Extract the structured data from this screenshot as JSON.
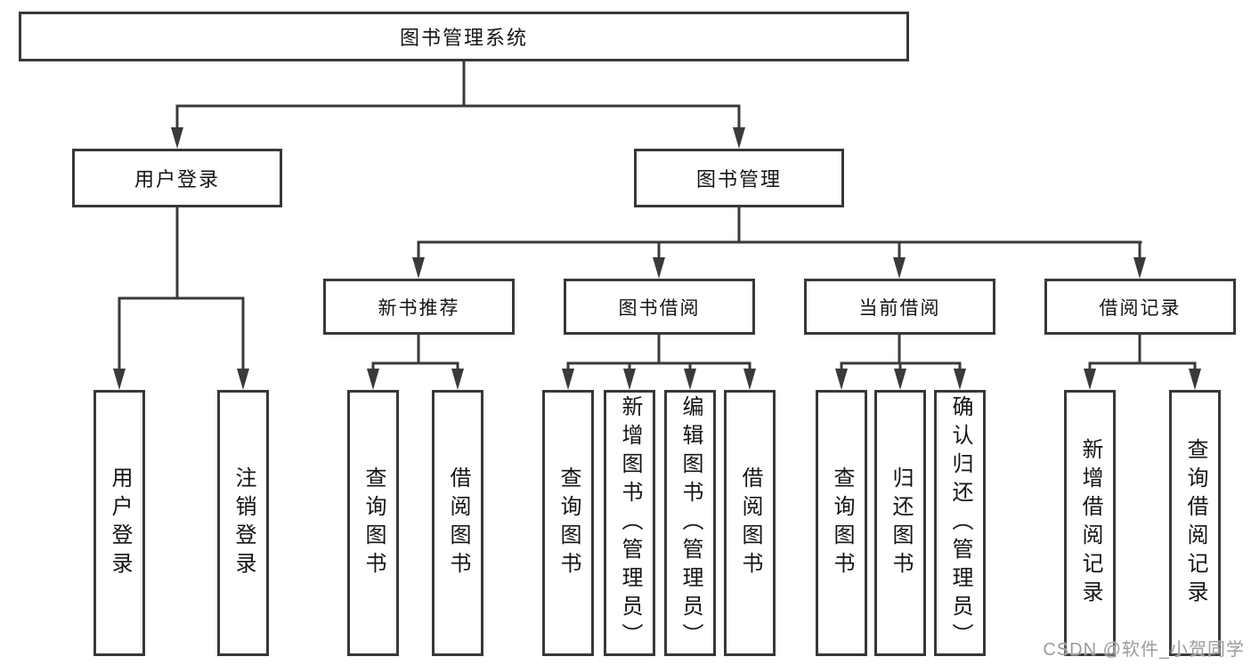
{
  "tree": {
    "root": "图书管理系统",
    "branches": [
      {
        "label": "用户登录",
        "children": [
          "用户登录",
          "注销登录"
        ]
      },
      {
        "label": "图书管理",
        "groups": [
          {
            "label": "新书推荐",
            "children": [
              "查询图书",
              "借阅图书"
            ]
          },
          {
            "label": "图书借阅",
            "children": [
              "查询图书",
              "新增图书（管理员）",
              "编辑图书（管理员）",
              "借阅图书"
            ]
          },
          {
            "label": "当前借阅",
            "children": [
              "查询图书",
              "归还图书",
              "确认归还（管理员）"
            ]
          },
          {
            "label": "借阅记录",
            "children": [
              "新增借阅记录",
              "查询借阅记录"
            ]
          }
        ]
      }
    ]
  },
  "watermark": {
    "text": "CSDN @软件_小贺同学"
  },
  "colors": {
    "line": "#3a3a3a",
    "border": "#383838",
    "text": "#141414",
    "background": "#ffffff",
    "watermark": "#9b9b9b"
  }
}
